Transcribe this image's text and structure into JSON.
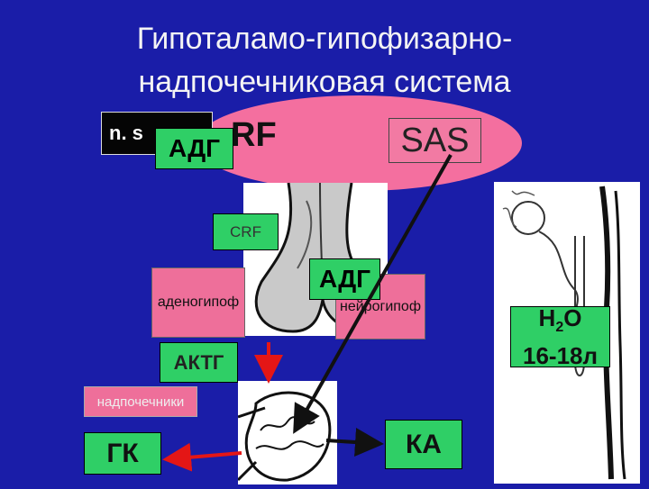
{
  "title": {
    "line1": "Гипоталамо-гипофизарно-",
    "line2": "надпочечниковая система"
  },
  "labels": {
    "n_s": "n. s",
    "adg_top": "АДГ",
    "rf": "RF",
    "sas": "SAS",
    "crf": "CRF",
    "adg_mid": "АДГ",
    "adenohypophysis": "аденогипоф",
    "neurohypophysis": "нейрогипоф",
    "actg": "АКТГ",
    "adrenals": "надпочечники",
    "gk": "ГК",
    "ka": "КА",
    "water_h": "H",
    "water_2": "2",
    "water_o": "O",
    "water_volume": "16-18л"
  },
  "colors": {
    "background": "#1a1da8",
    "label_green": "#2fcf66",
    "label_pink": "#ee6f9a",
    "ellipse_pink": "#f46f9f",
    "arrow_red": "#e41616"
  }
}
